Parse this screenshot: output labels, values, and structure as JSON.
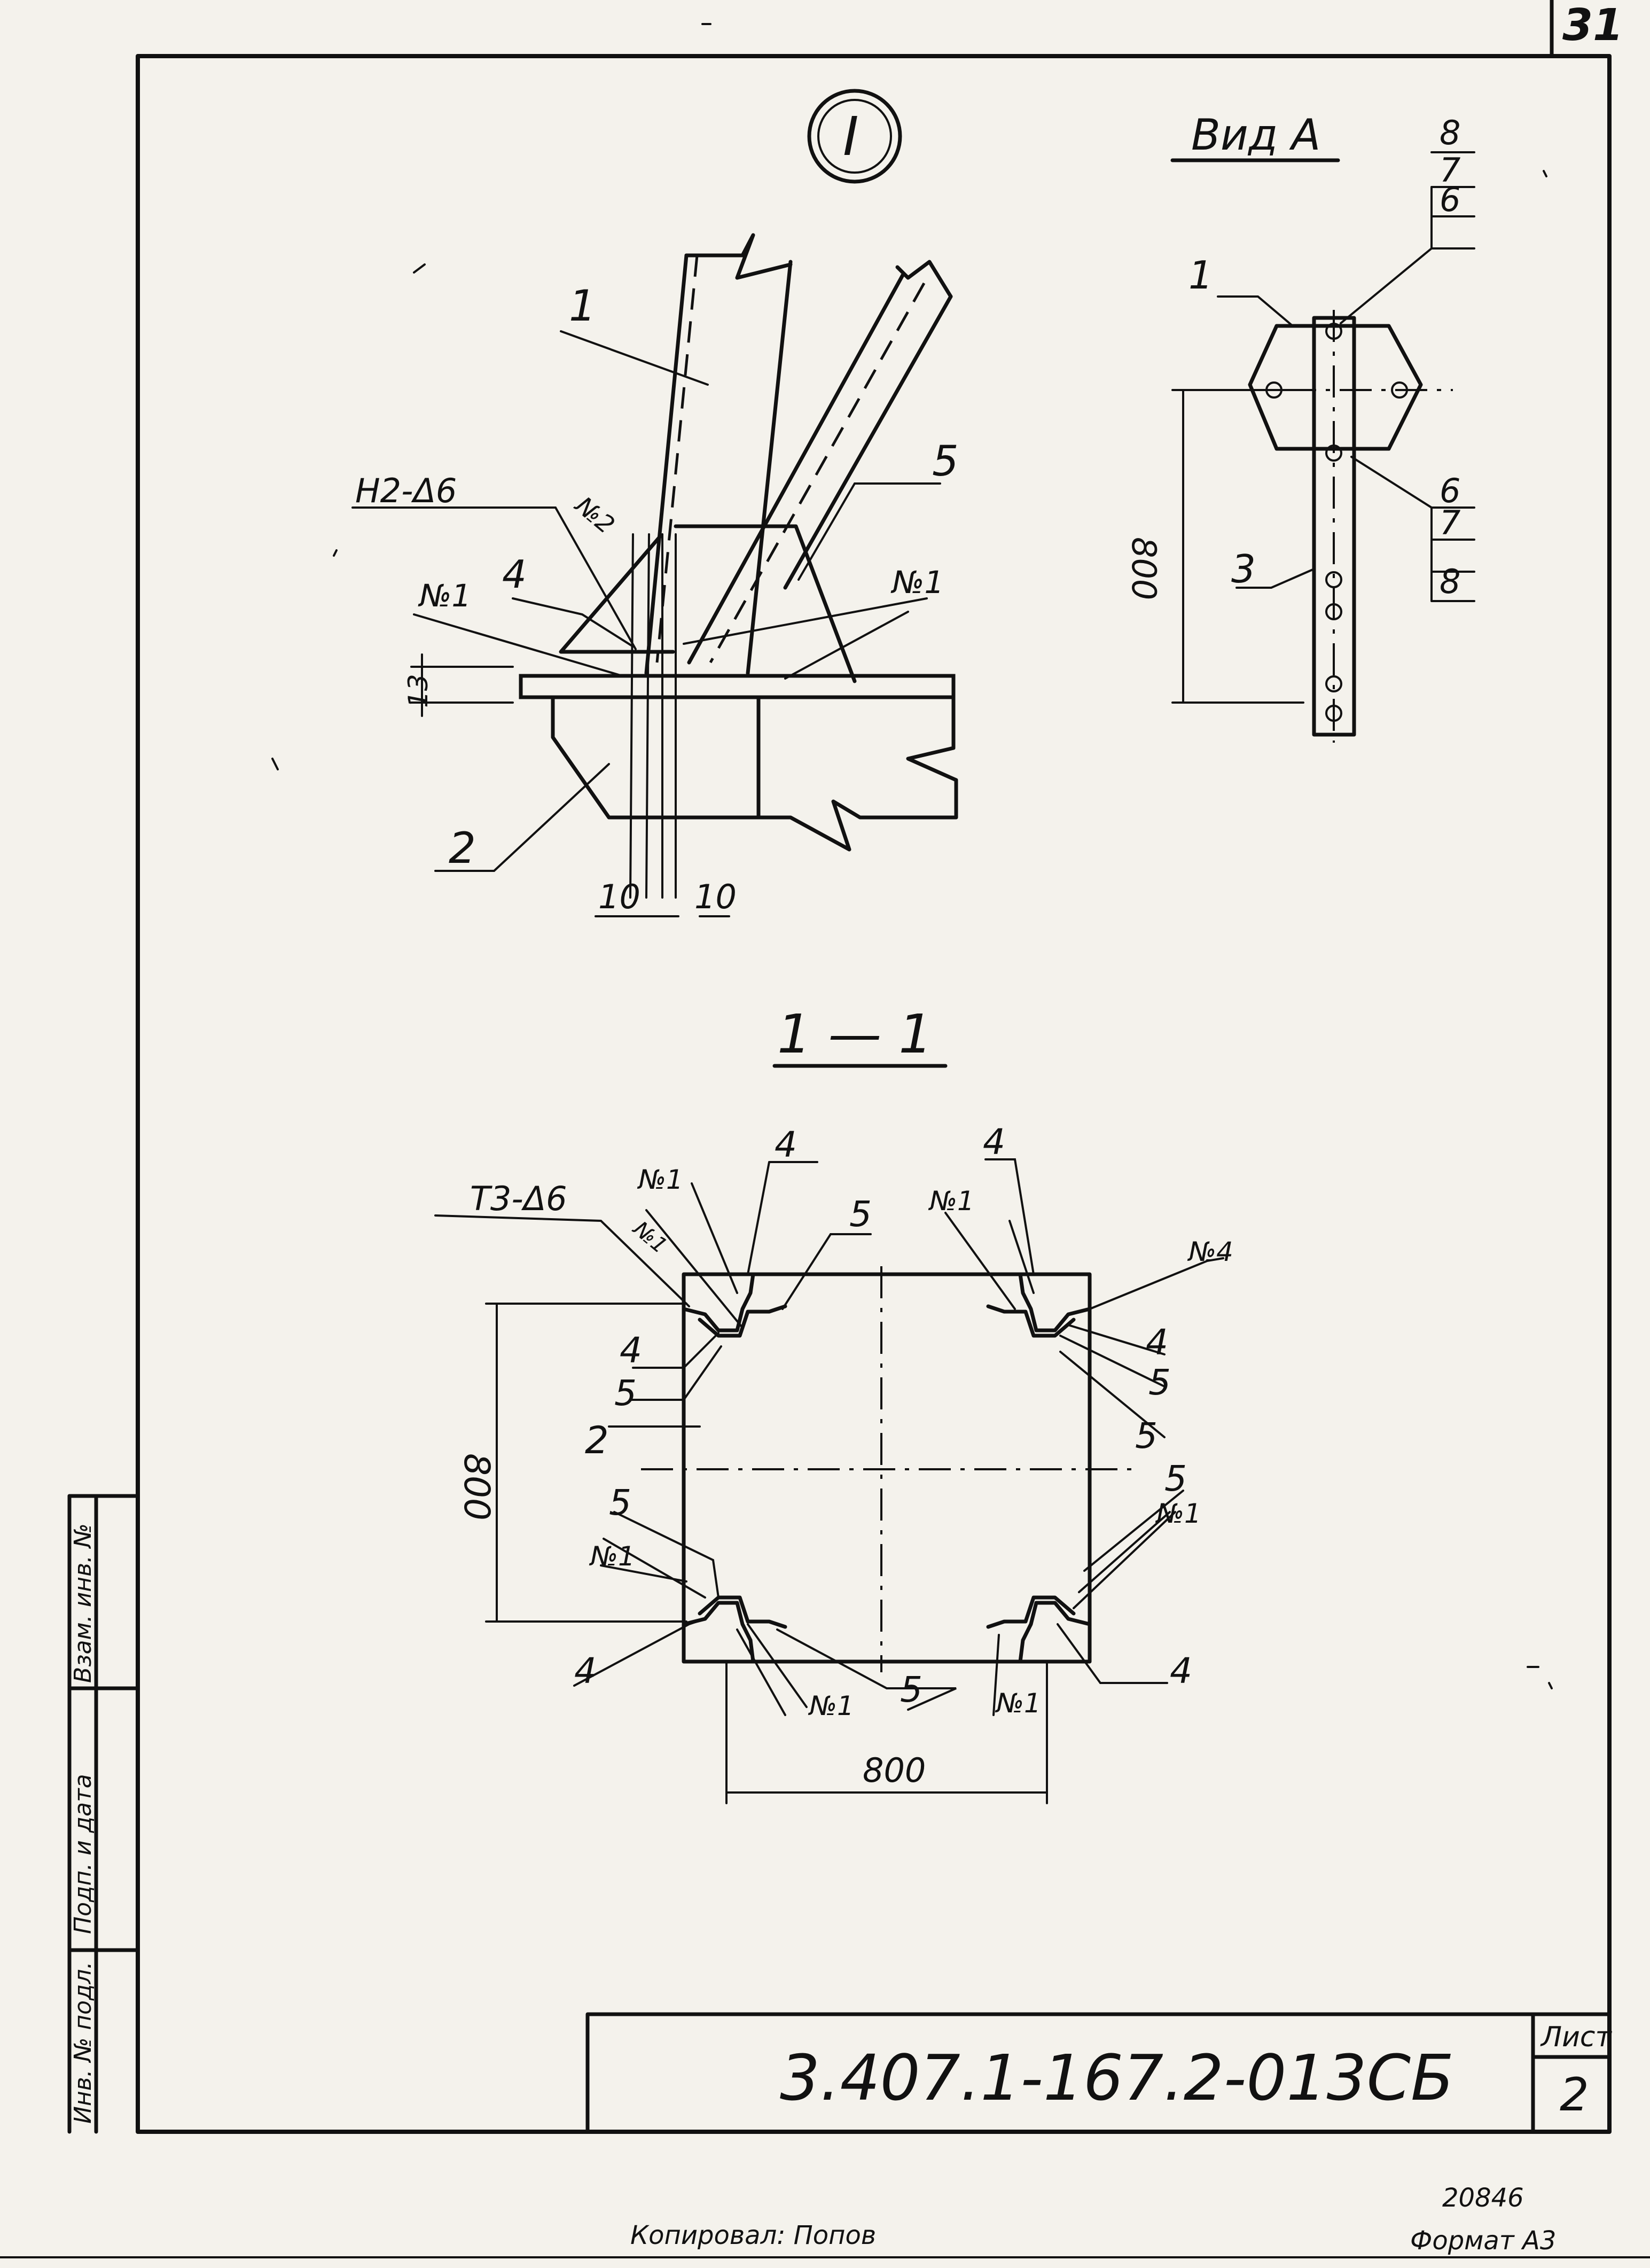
{
  "sheet": {
    "page_number": "31",
    "document_code": "3.407.1-167.2-013СБ",
    "sheet_label": "Лист",
    "sheet_number": "2",
    "bottom_stamp_left": "Копировал: Попов",
    "bottom_stamp_right": "Формат А3",
    "bottom_stamp_number": "20846"
  },
  "detail": {
    "marker": "I",
    "labels": {
      "p1": "1",
      "p2": "2",
      "p4": "4",
      "p5": "5",
      "weld_h2": "Н2-Δ6",
      "weld_no2": "№2",
      "weld_no1_left": "№1",
      "weld_no1_right": "№1",
      "dim_13": "13",
      "dim_10_left": "10",
      "dim_10_right": "10"
    }
  },
  "view_a": {
    "title": "Вид А",
    "labels": {
      "p1": "1",
      "p3": "3",
      "stack_top": [
        "8",
        "7",
        "6"
      ],
      "stack_bottom": [
        "6",
        "7",
        "8"
      ],
      "dim_800": "800"
    }
  },
  "section": {
    "title": "1 — 1",
    "labels": {
      "weld_t3": "Т3-Δ6",
      "p2": "2",
      "dim_800_v": "800",
      "dim_800_h": "800",
      "tl_no1": "№1",
      "tl_no1b": "№1",
      "tl_4a": "4",
      "tl_5a": "5",
      "tl_4b": "4",
      "tl_5b": "5",
      "tr_4a": "4",
      "tr_no1": "№1",
      "tr_no4": "№4",
      "tr_4b": "4",
      "tr_5a": "5",
      "tr_5b": "5",
      "bl_5": "5",
      "bl_no1": "№1",
      "bl_4": "4",
      "bl_no1b": "№1",
      "bl_5b": "5",
      "br_5": "5",
      "br_no1": "№1",
      "br_4": "4",
      "br_no1b": "№1"
    }
  },
  "side_stamp": {
    "labels": [
      "Взам. инв. №",
      "Подп. и дата",
      "Инв. № подл."
    ]
  }
}
